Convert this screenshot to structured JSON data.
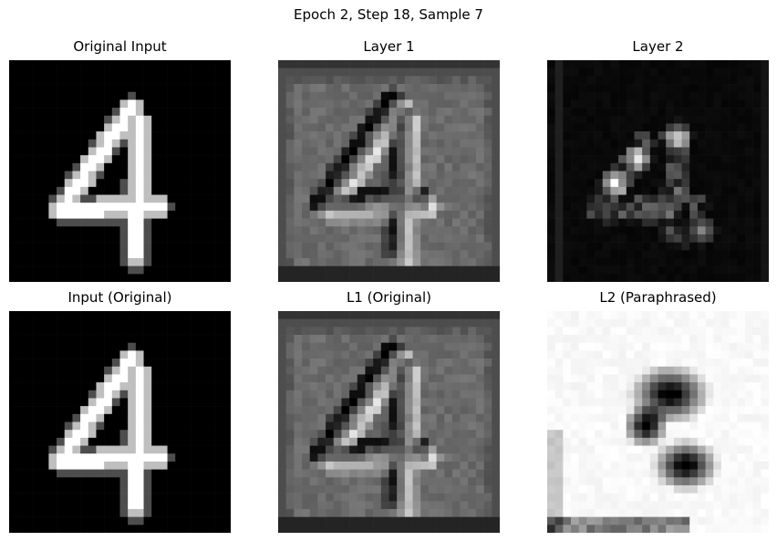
{
  "figure": {
    "suptitle": "Epoch 2, Step 18, Sample 7",
    "panels": [
      {
        "title": "Original Input",
        "kind": "digit"
      },
      {
        "title": "Layer 1",
        "kind": "layer1"
      },
      {
        "title": "Layer 2",
        "kind": "layer2"
      },
      {
        "title": "Input (Original)",
        "kind": "digit"
      },
      {
        "title": "L1 (Original)",
        "kind": "layer1"
      },
      {
        "title": "L2 (Paraphrased)",
        "kind": "layer2p"
      }
    ]
  }
}
